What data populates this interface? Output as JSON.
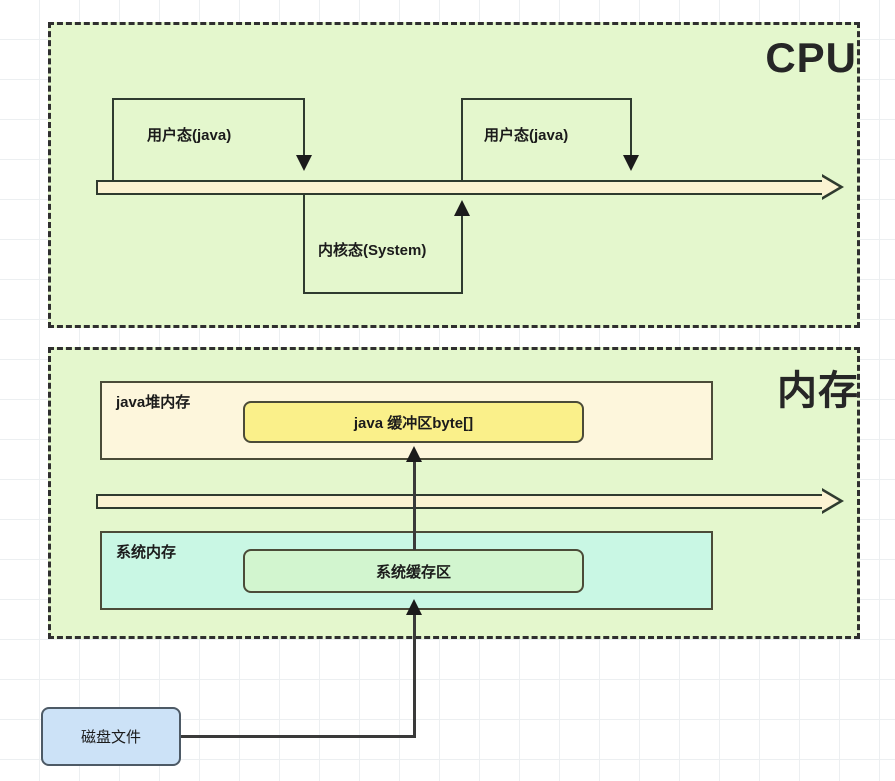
{
  "diagram": {
    "title_cpu": "CPU",
    "title_memory": "内存"
  },
  "cpu": {
    "label": "CPU",
    "user_mode_1": "用户态(java)",
    "kernel_mode": "内核态(System)",
    "user_mode_2": "用户态(java)"
  },
  "memory": {
    "label": "内存",
    "java_heap": "java堆内存",
    "java_buffer": "java 缓冲区byte[]",
    "system_memory": "系统内存",
    "system_buffer": "系统缓存区"
  },
  "disk": {
    "label": "磁盘文件"
  },
  "colors": {
    "region_fill": "#e4f7cd",
    "region_border": "#2f2f2f",
    "timeline_fill": "#fbf3d2",
    "java_heap_fill": "#fdf6dc",
    "java_buffer_fill": "#faf08a",
    "system_memory_fill": "#c9f7e4",
    "system_buffer_fill": "#d2f5cf",
    "disk_fill": "#cce2f7",
    "line": "#2f3b2f",
    "grid": "#eceff1"
  }
}
